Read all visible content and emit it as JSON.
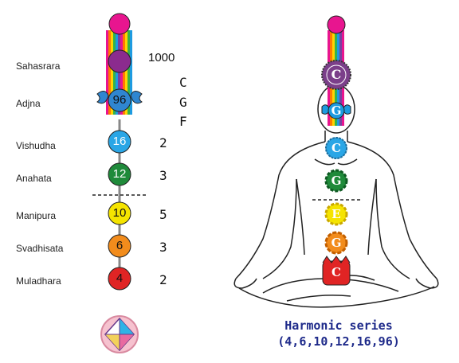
{
  "chakras": [
    {
      "name": "Sahasrara",
      "number": "",
      "ratio": "",
      "color": "#8b2b8e"
    },
    {
      "name": "Adjna",
      "number": "96",
      "ratio": "",
      "color": "#2f86d1"
    },
    {
      "name": "Vishudha",
      "number": "16",
      "ratio": "2",
      "color": "#2aa6e6"
    },
    {
      "name": "Anahata",
      "number": "12",
      "ratio": "3",
      "color": "#1f8a3a"
    },
    {
      "name": "Manipura",
      "number": "10",
      "ratio": "5",
      "color": "#f5e400"
    },
    {
      "name": "Svadhisata",
      "number": "6",
      "ratio": "3",
      "color": "#f28c1c"
    },
    {
      "name": "Muladhara",
      "number": "4",
      "ratio": "2",
      "color": "#e02424"
    }
  ],
  "crown_value": "1000",
  "note_letters": [
    "C",
    "G",
    "F"
  ],
  "figure_notes": [
    "C",
    "G",
    "C",
    "G",
    "E",
    "G",
    "C"
  ],
  "caption": {
    "line1": "Harmonic series",
    "line2": "(4,6,10,12,16,96)"
  },
  "colors": {
    "top_dot": "#e8158f",
    "rainbow": [
      "#e8158f",
      "#ff7a00",
      "#ffd400",
      "#35b34a",
      "#1e9be0",
      "#7a3fa0"
    ]
  }
}
